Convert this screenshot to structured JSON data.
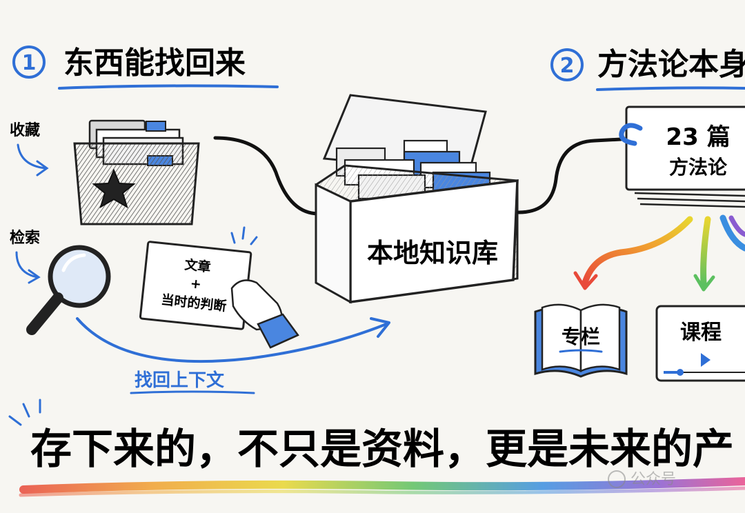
{
  "section1": {
    "number": "1",
    "title": "东西能找回来",
    "collect_label": "收藏",
    "search_label": "检索",
    "card_line1": "文章",
    "card_plus": "+",
    "card_line2": "当时的判断",
    "recover_label": "找回上下文"
  },
  "center": {
    "box_label": "本地知识库"
  },
  "section2": {
    "number": "2",
    "title": "方法论本身",
    "stack_count": "23 篇",
    "stack_label": "方法论",
    "output_column": "专栏",
    "output_course": "课程"
  },
  "footer": {
    "slogan": "存下来的，不只是资料，更是未来的产",
    "watermark": "公众号"
  },
  "colors": {
    "accent_blue": "#2f6fd6",
    "ink": "#111111",
    "paper": "#f7f6f2",
    "folder_blue": "#4a86e0"
  }
}
